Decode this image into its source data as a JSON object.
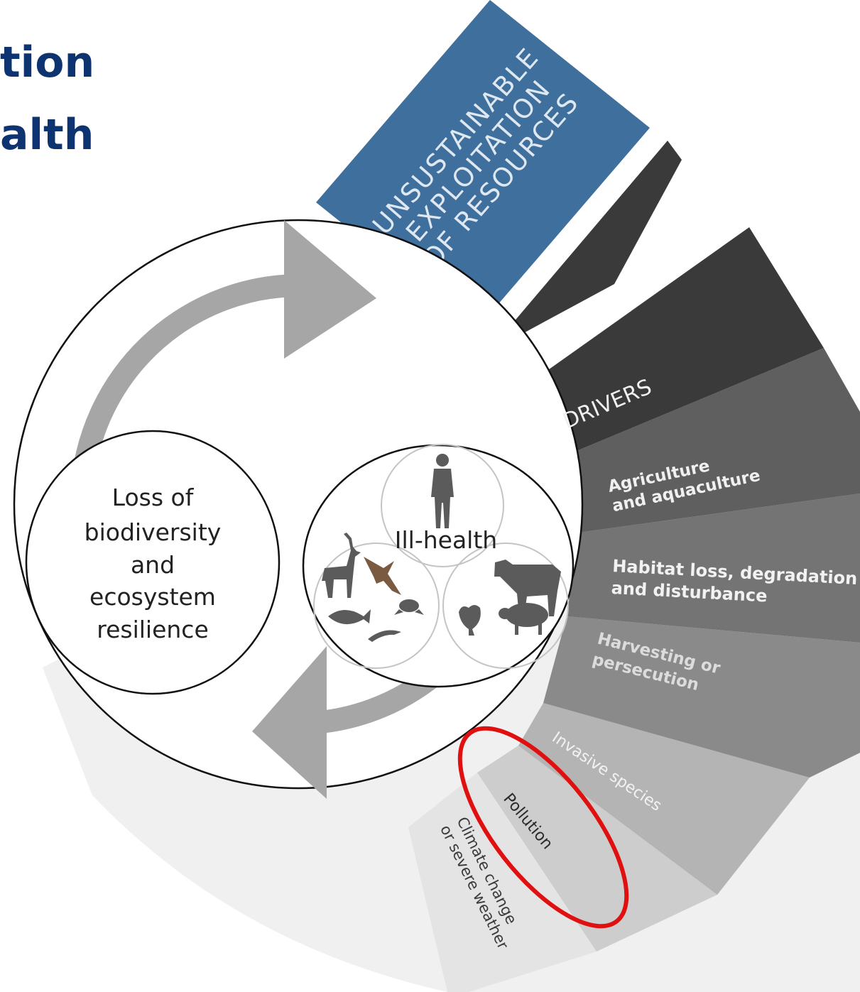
{
  "title": {
    "line1": "tion",
    "line2": "alth"
  },
  "banner": {
    "lines": [
      "UNSUSTAINABLE",
      "EXPLOITATION",
      "OF RESOURCES"
    ],
    "color": "#3f6f9c"
  },
  "drivers": {
    "heading": "DRIVERS",
    "items": [
      {
        "lines": [
          "Agriculture",
          "and aquaculture"
        ]
      },
      {
        "lines": [
          "Habitat loss, degradation",
          "and disturbance"
        ]
      },
      {
        "lines": [
          "Harvesting or",
          "persecution"
        ]
      },
      {
        "lines": [
          "Invasive species"
        ]
      },
      {
        "lines": [
          "Pollution"
        ],
        "highlighted": true
      },
      {
        "lines": [
          "Climate change",
          "or severe weather"
        ]
      }
    ]
  },
  "cycle": {
    "left_circle_lines": [
      "Loss of",
      "biodiversity",
      "and",
      "ecosystem",
      "resilience"
    ],
    "right_circle_label": "Ill-health",
    "venn_icons": [
      "human-icon",
      "deer-icon",
      "bird-icon",
      "frog-icon",
      "fish-icon",
      "shrimp-icon",
      "cow-icon",
      "hen-icon",
      "sheep-icon"
    ]
  },
  "colors": {
    "highlight_ring": "#e01010",
    "title": "#0d3470"
  }
}
